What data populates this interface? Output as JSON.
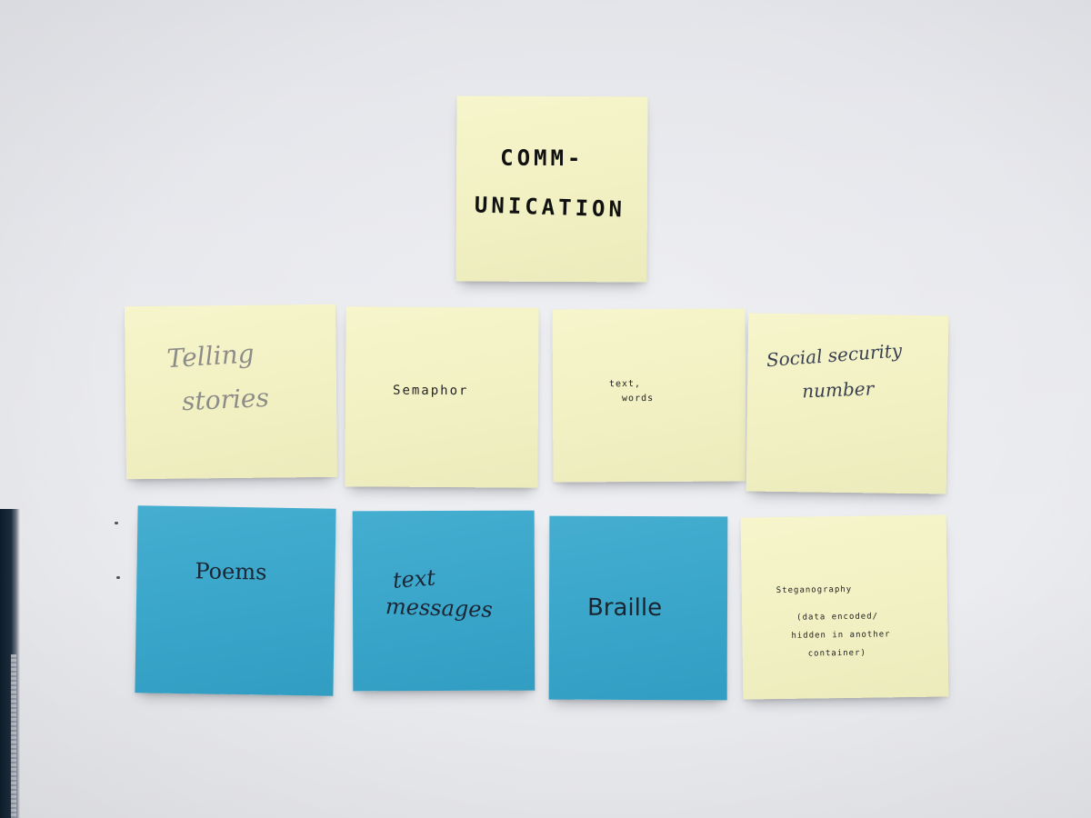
{
  "notes": {
    "communication": {
      "line1": "COMM-",
      "line2": "UNICATION",
      "color": "yellow"
    },
    "telling_stories": {
      "line1": "Telling",
      "line2": "stories",
      "color": "yellow"
    },
    "semaphor": {
      "text": "Semaphor",
      "color": "yellow"
    },
    "text_words": {
      "line1": "text,",
      "line2": "words",
      "color": "yellow"
    },
    "social_security": {
      "line1": "Social security",
      "line2": "number",
      "color": "yellow"
    },
    "poems": {
      "text": "Poems",
      "color": "blue"
    },
    "text_messages": {
      "line1": "text",
      "line2": "messages",
      "color": "blue"
    },
    "braille": {
      "text": "Braille",
      "color": "blue"
    },
    "steganography": {
      "line1": "Steganography",
      "line2": "(data encoded/",
      "line3": "hidden in another",
      "line4": "container)",
      "color": "yellow"
    }
  },
  "colors": {
    "wall": "#e9eaee",
    "yellow_note": "#f3f2c6",
    "blue_note": "#3ba7cb",
    "ink": "#111111",
    "pencil": "#8c8c88"
  }
}
